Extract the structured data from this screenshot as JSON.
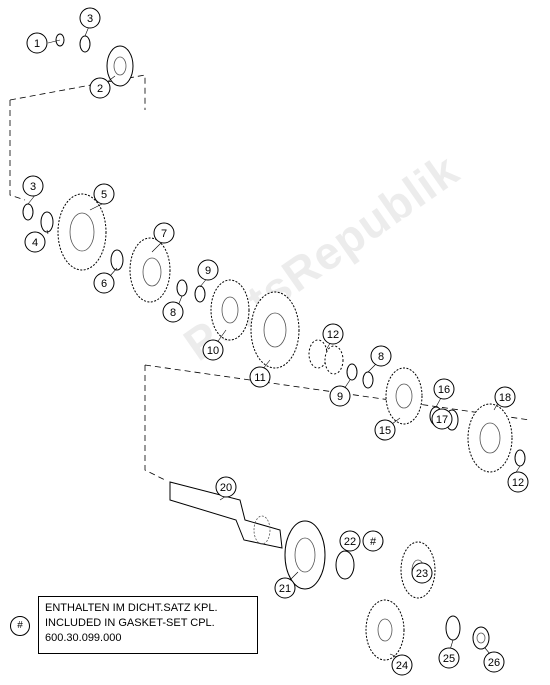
{
  "callouts": [
    "1",
    "3",
    "2",
    "3",
    "5",
    "4",
    "7",
    "6",
    "9",
    "8",
    "10",
    "11",
    "12",
    "8",
    "9",
    "16",
    "18",
    "15",
    "17",
    "12",
    "20",
    "22",
    "#",
    "21",
    "23",
    "24",
    "25",
    "26"
  ],
  "note": {
    "symbol": "#",
    "lines": [
      "ENTHALTEN IM DICHT.SATZ KPL.",
      "INCLUDED IN GASKET-SET CPL.",
      "600.30.099.000"
    ]
  },
  "watermark": "PartsRepublik"
}
